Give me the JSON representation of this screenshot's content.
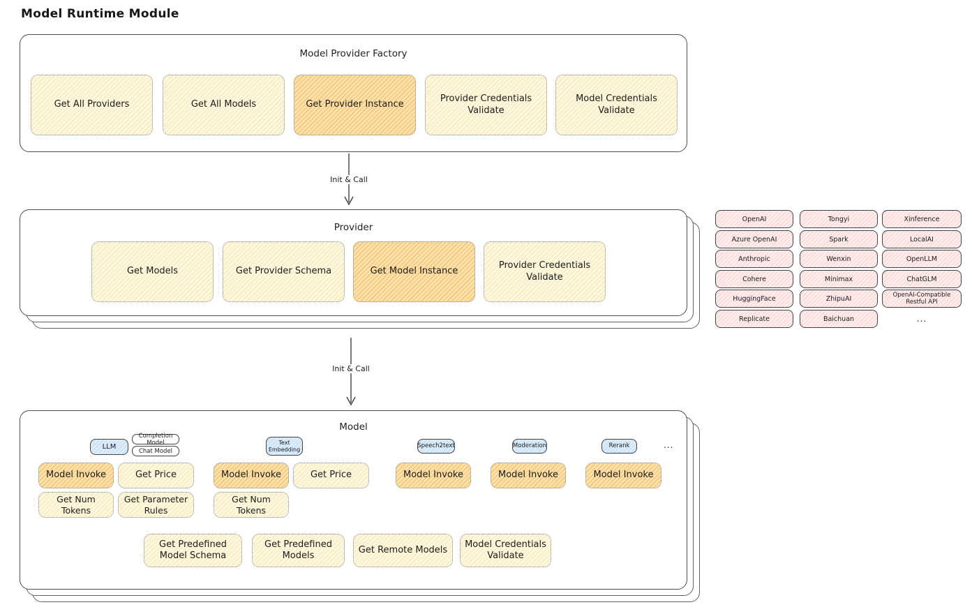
{
  "title": "Model Runtime Module",
  "factory": {
    "title": "Model Provider Factory",
    "items": [
      "Get All Providers",
      "Get All Models",
      "Get Provider Instance",
      "Provider Credentials Validate",
      "Model Credentials Validate"
    ]
  },
  "arrows": {
    "init_call_1": "Init & Call",
    "init_call_2": "Init & Call"
  },
  "provider": {
    "title": "Provider",
    "items": [
      "Get Models",
      "Get Provider Schema",
      "Get Model Instance",
      "Provider Credentials Validate"
    ]
  },
  "providers": {
    "rows": [
      [
        "OpenAI",
        "Tongyi",
        "Xinference"
      ],
      [
        "Azure OpenAI",
        "Spark",
        "LocalAI"
      ],
      [
        "Anthropic",
        "Wenxin",
        "OpenLLM"
      ],
      [
        "Cohere",
        "Minimax",
        "ChatGLM"
      ],
      [
        "HuggingFace",
        "ZhipuAI",
        "OpenAI-Compatible Restful API"
      ],
      [
        "Replicate",
        "Baichuan"
      ]
    ],
    "more": "..."
  },
  "model": {
    "title": "Model",
    "tags": {
      "llm": "LLM",
      "completion": "Completion Model",
      "chat": "Chat Model",
      "text_embedding": "Text Embedding",
      "speech2text": "Speech2text",
      "moderation": "Moderation",
      "rerank": "Rerank",
      "more": "..."
    },
    "functions": {
      "model_invoke": "Model Invoke",
      "get_price": "Get Price",
      "get_num_tokens": "Get Num Tokens",
      "get_parameter_rules": "Get Parameter Rules",
      "get_predefined_model_schema": "Get Predefined Model Schema",
      "get_predefined_models": "Get Predefined Models",
      "get_remote_models": "Get Remote Models",
      "model_credentials_validate": "Model Credentials Validate"
    }
  },
  "colors": {
    "highlight_orange": "#f6c96d",
    "box_yellow": "#fdf7e0",
    "chip_pink": "#fdecec",
    "tag_blue": "#dcecf9",
    "outline": "#494e53"
  }
}
